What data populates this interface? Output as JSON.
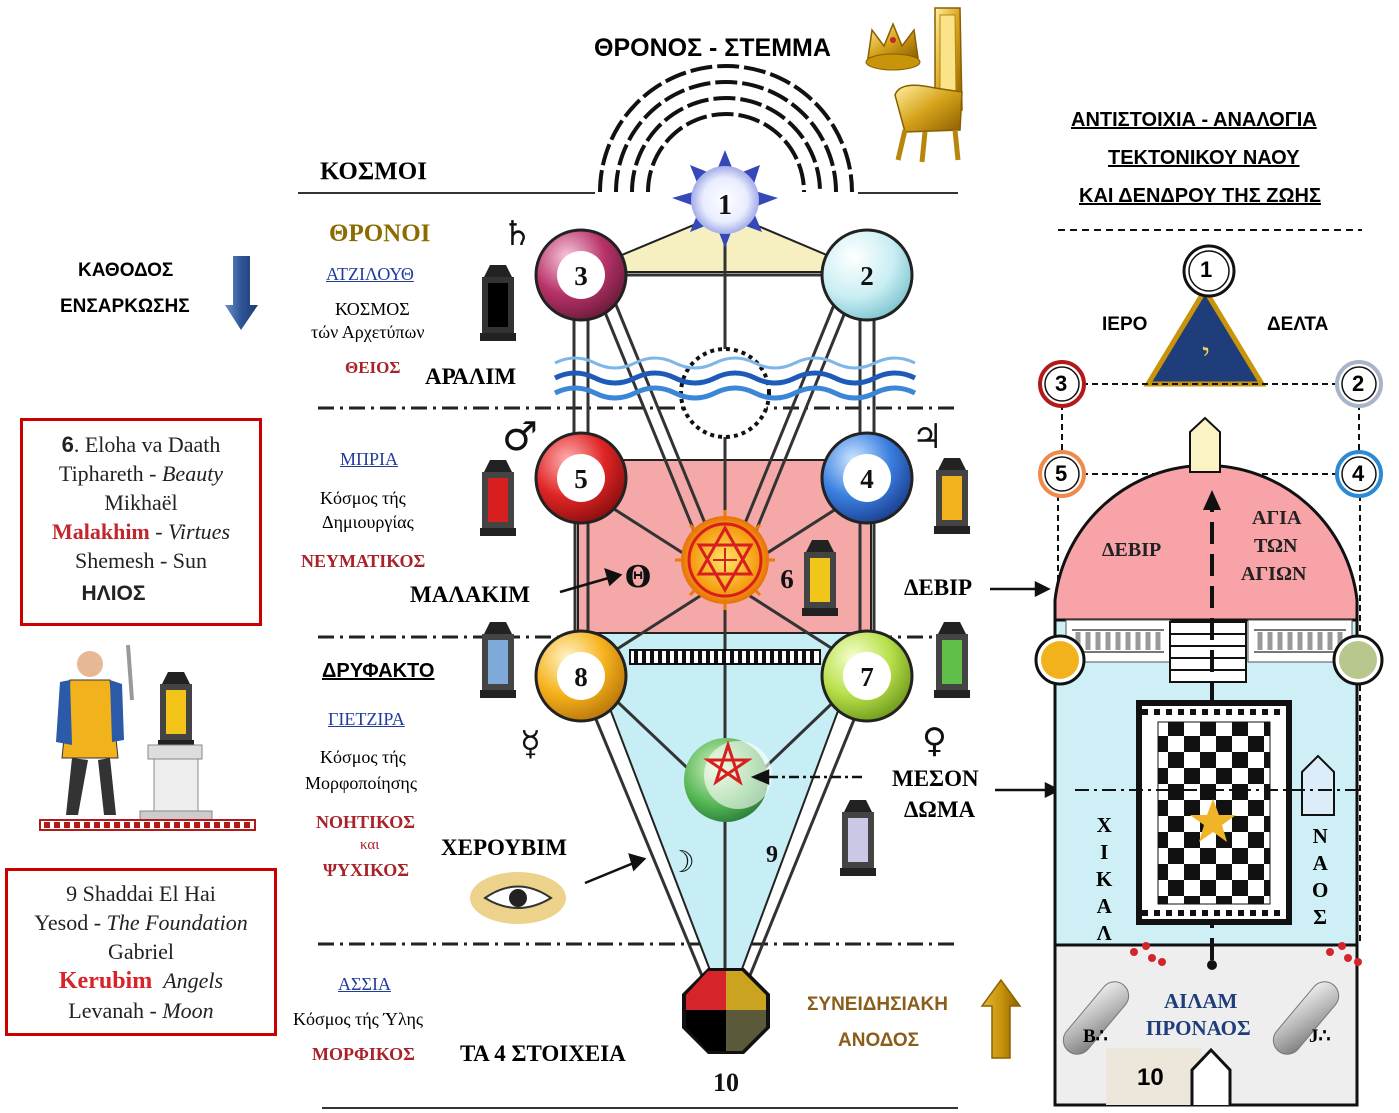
{
  "colors": {
    "atziluth": "#1f3c9b",
    "thronoi": "#8a6d00",
    "divine_red": "#a8222a",
    "upper_triangle": "#f6f0c1",
    "briah_square": "#f4a8a8",
    "yetzirah_triangle": "#c6eef4",
    "temple_red": "#f7a3a7",
    "temple_blue": "#cdeff5",
    "arrow_blue": "#3a5f9b",
    "arrow_gold": "#c8940a"
  },
  "icons": [
    "crown-icon",
    "throne-icon",
    "saturn-icon",
    "mars-icon",
    "jupiter-icon",
    "mercury-icon",
    "venus-icon",
    "sun-icon",
    "moon-icon",
    "lantern-icon",
    "star-of-david-icon",
    "pentagram-icon",
    "eye-icon",
    "knight-figure",
    "waves-icon",
    "delta-icon",
    "pillar-icon",
    "checkerboard-icon"
  ],
  "header": {
    "title": "ΘΡΟΝΟΣ - ΣΤΕΜΜΑ"
  },
  "left_column": {
    "kosmoi": "ΚΟΣΜΟΙ",
    "thronoi": "ΘΡΟΝΟΙ",
    "atziluth": "ΑΤΖΙΛΟΥΘ",
    "kosmos_archetypes_1": "ΚΟΣΜΟΣ",
    "kosmos_archetypes_2": "τών Αρχετύπων",
    "theios": "ΘΕΙΟΣ",
    "aralim": "ΑΡΑΛΙΜ",
    "briah": "ΜΠΡΙΑ",
    "creation_1": "Κόσμος τής",
    "creation_2": "Δημιουργίας",
    "pneumatikos": "ΝΕΥΜΑΤΙΚΟΣ",
    "malakim": "ΜΑΛΑΚΙΜ",
    "dryfakto": "ΔΡΥΦΑΚΤΟ",
    "yetzirah": "ΓΙΕΤΖΙΡΑ",
    "formation_1": "Κόσμος τής",
    "formation_2": "Μορφοποίησης",
    "noetikos": "ΝΟΗΤΙΚΟΣ",
    "kai": "και",
    "psychikos": "ΨΥΧΙΚΟΣ",
    "cherubim": "ΧΕΡΟΥΒΙΜ",
    "assiah": "ΑΣΣΙΑ",
    "matter": "Κόσμος τής Ύλης",
    "morfikos": "ΜΟΡΦΙΚΟΣ",
    "elements": "ΤΑ 4 ΣΤΟΙΧΕΙΑ"
  },
  "arrows": {
    "descent_1": "ΚΑΘΟΔΟΣ",
    "descent_2": "ΕΝΣΑΡΚΩΣΗΣ",
    "ascent_1": "ΣΥΝΕΙΔΗΣΙΑΚΗ",
    "ascent_2": "ΑΝΟΔΟΣ"
  },
  "box_tiphareth": {
    "line1_num": "6",
    "line1_text": "Eloha va Daath",
    "line2_a": "Tiphareth - ",
    "line2_b": "Beauty",
    "line3": "Mikhaël",
    "line4_a": "Malakhim",
    "line4_b": " - ",
    "line4_c": "Virtues",
    "line5": "Shemesh - Sun",
    "line6": "ΗΛΙΟΣ"
  },
  "box_yesod": {
    "line1": "9 Shaddai El Hai",
    "line2_a": "Yesod - ",
    "line2_b": "The Foundation",
    "line3": "Gabriel",
    "line4_a": "Kerubim",
    "line4_b": "Angels",
    "line5_a": "Levanah - ",
    "line5_b": "Moon"
  },
  "tree": {
    "sephiroth": [
      {
        "n": "1"
      },
      {
        "n": "2"
      },
      {
        "n": "3"
      },
      {
        "n": "4"
      },
      {
        "n": "5"
      },
      {
        "n": "6"
      },
      {
        "n": "7"
      },
      {
        "n": "8"
      },
      {
        "n": "9"
      },
      {
        "n": "10"
      }
    ]
  },
  "middle": {
    "devir_arrow": "ΔΕΒΙΡ",
    "meson_1": "ΜΕΣΟΝ",
    "meson_2": "ΔΩΜΑ"
  },
  "right_panel": {
    "title_1": "ΑΝΤΙΣΤΟΙΧΙΑ - ΑΝΑΛΟΓΙΑ",
    "title_2": "ΤΕΚΤΟΝΙΚΟΥ ΝΑΟΥ",
    "title_3": "ΚΑΙ ΔΕΝΔΡΟΥ ΤΗΣ ΖΩΗΣ",
    "iero": "ΙΕΡΟ",
    "delta": "ΔΕΛΤΑ",
    "devir": "ΔΕΒΙΡ",
    "agia_1": "ΑΓΙΑ",
    "agia_2": "ΤΩΝ",
    "agia_3": "ΑΓΙΩΝ",
    "chikal": [
      "Χ",
      "Ι",
      "Κ",
      "Α",
      "Λ"
    ],
    "naos": [
      "Ν",
      "Α",
      "Ο",
      "Σ"
    ],
    "ailam": "ΑΙΛΑΜ",
    "pronaos": "ΠΡΟΝΑΟΣ",
    "boaz": "B∴",
    "jachin": "J∴",
    "ten": "10",
    "circle_1": "1",
    "circle_2": "2",
    "circle_3": "3",
    "circle_4": "4",
    "circle_5": "5"
  }
}
